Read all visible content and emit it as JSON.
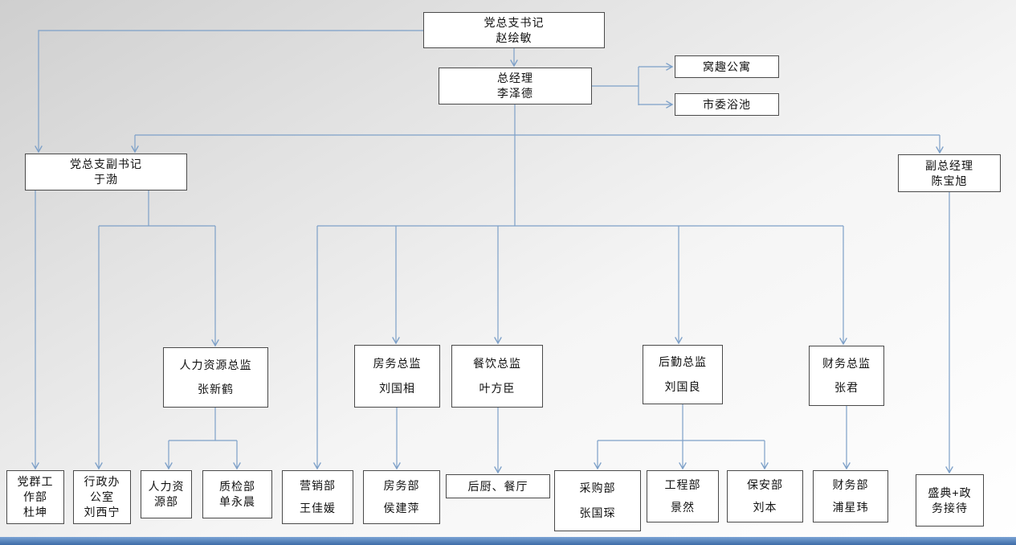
{
  "colors": {
    "connector": "#7da0c8",
    "bottom_bar_top": "#7aa3d4",
    "bottom_bar_bottom": "#3e6ca8"
  },
  "org": {
    "nodes": {
      "party_secretary": {
        "title": "党总支书记",
        "person": "赵绘敏"
      },
      "general_manager": {
        "title": "总经理",
        "person": "李泽德"
      },
      "woqu_apartment": {
        "title": "窝趣公寓"
      },
      "shiwei_bath": {
        "title": "市委浴池"
      },
      "deputy_party_secretary": {
        "title": "党总支副书记",
        "person": "于渤"
      },
      "deputy_general_manager": {
        "title": "副总经理",
        "person": "陈宝旭"
      },
      "hr_director": {
        "title": "人力资源总监",
        "person": "张新鹤"
      },
      "rooms_director": {
        "title": "房务总监",
        "person": "刘国相"
      },
      "fnb_director": {
        "title": "餐饮总监",
        "person": "叶方臣"
      },
      "logistics_director": {
        "title": "后勤总监",
        "person": "刘国良"
      },
      "finance_director": {
        "title": "财务总监",
        "person": "张君"
      },
      "party_mass_dept": {
        "title": "党群工作部",
        "person": "杜坤"
      },
      "admin_office": {
        "title": "行政办公室",
        "person": "刘西宁"
      },
      "hr_dept": {
        "title": "人力资源部"
      },
      "qc_dept": {
        "title": "质检部",
        "person": "单永晨"
      },
      "marketing_dept": {
        "title": "营销部",
        "person": "王佳媛"
      },
      "rooms_dept": {
        "title": "房务部",
        "person": "侯建萍"
      },
      "kitchen_dining": {
        "title": "后厨、餐厅"
      },
      "purchasing_dept": {
        "title": "采购部",
        "person": "张国琛"
      },
      "engineering_dept": {
        "title": "工程部",
        "person": "景然"
      },
      "security_dept": {
        "title": "保安部",
        "person": "刘本"
      },
      "finance_dept": {
        "title": "财务部",
        "person": "浦星玮"
      },
      "ceremony_reception": {
        "title": "盛典+政务接待"
      }
    }
  }
}
